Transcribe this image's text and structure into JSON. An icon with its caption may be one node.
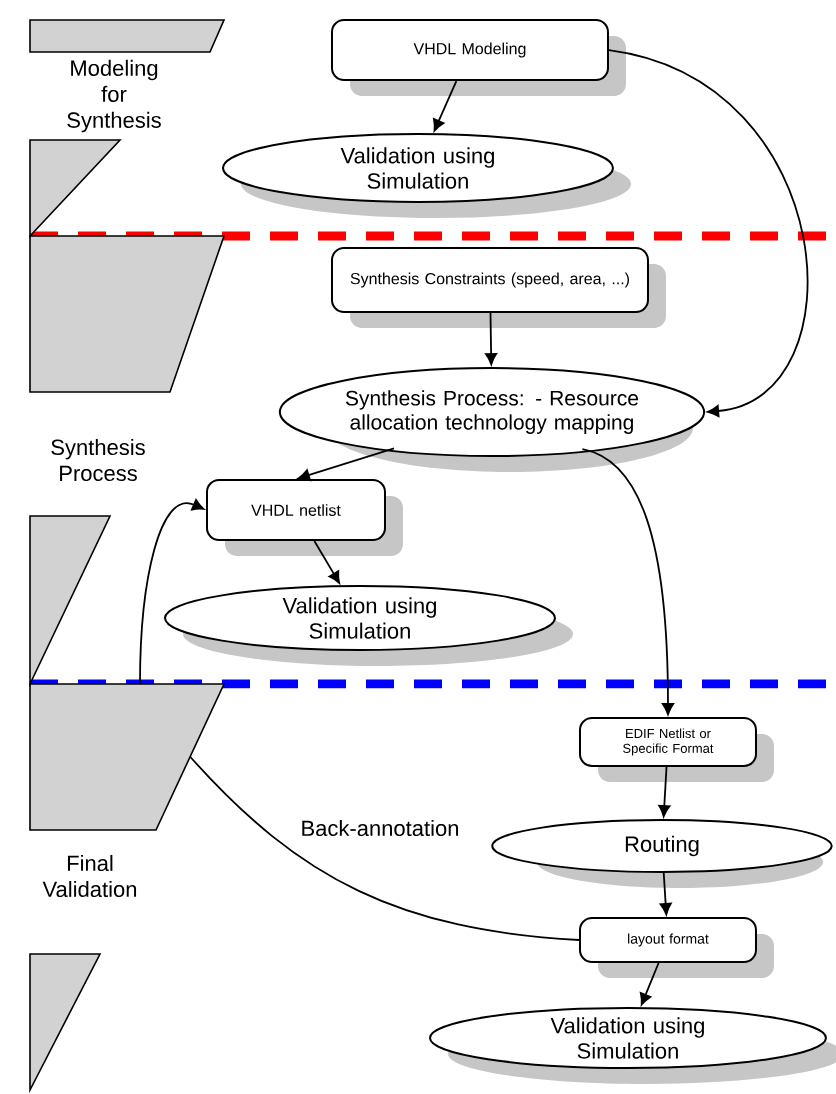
{
  "diagram": {
    "nodes": [
      {
        "text": [
          "VHDL Modeling"
        ]
      },
      {
        "text": [
          "Validation using Simulation"
        ]
      },
      {
        "text": [
          "Synthesis Constraints (speed, area, ...)"
        ]
      },
      {
        "text": [
          "Synthesis Process: - Resource allocation technology mapping"
        ]
      },
      {
        "text": [
          "VHDL netlist"
        ]
      },
      {
        "text": [
          "Validation using Simulation"
        ]
      },
      {
        "text": [],
        "shape": "trapezoid"
      },
      {
        "text": [
          "EDIF Netlist or Specific Format"
        ]
      },
      {
        "text": [
          "Routing"
        ]
      },
      {
        "text": [
          "layout format"
        ]
      },
      {
        "text": [
          "Validation using Simulation"
        ]
      },
      {
        "text": [],
        "shape": "parallelogram"
      },
      {
        "text": [],
        "shape": "triangle"
      },
      {
        "text": [],
        "shape": "trapezoid"
      },
      {
        "text": [],
        "shape": "triangle"
      },
      {
        "text": [],
        "shape": "triangle"
      }
    ],
    "edges": [
      {
        "from": 0,
        "to": 1,
        "arrow": "to"
      },
      {
        "from": 0,
        "to": 3,
        "arrow": "to"
      },
      {
        "from": 2,
        "to": 3,
        "arrow": "to"
      },
      {
        "from": 3,
        "to": 4,
        "arrow": "to"
      },
      {
        "from": 4,
        "to": 5,
        "arrow": "to"
      },
      {
        "from": 13,
        "to": 4,
        "arrow": "to"
      },
      {
        "from": 3,
        "to": 7,
        "arrow": "to"
      },
      {
        "from": 7,
        "to": 8,
        "arrow": "to"
      },
      {
        "from": 8,
        "to": 9,
        "arrow": "to"
      },
      {
        "from": 9,
        "to": 13,
        "arrow": "none",
        "label": "Back-annotation"
      },
      {
        "from": 9,
        "to": 10,
        "arrow": "to"
      }
    ],
    "labels": [
      "Modeling for Synthesis",
      "Synthesis Process",
      "Final Validation"
    ]
  }
}
